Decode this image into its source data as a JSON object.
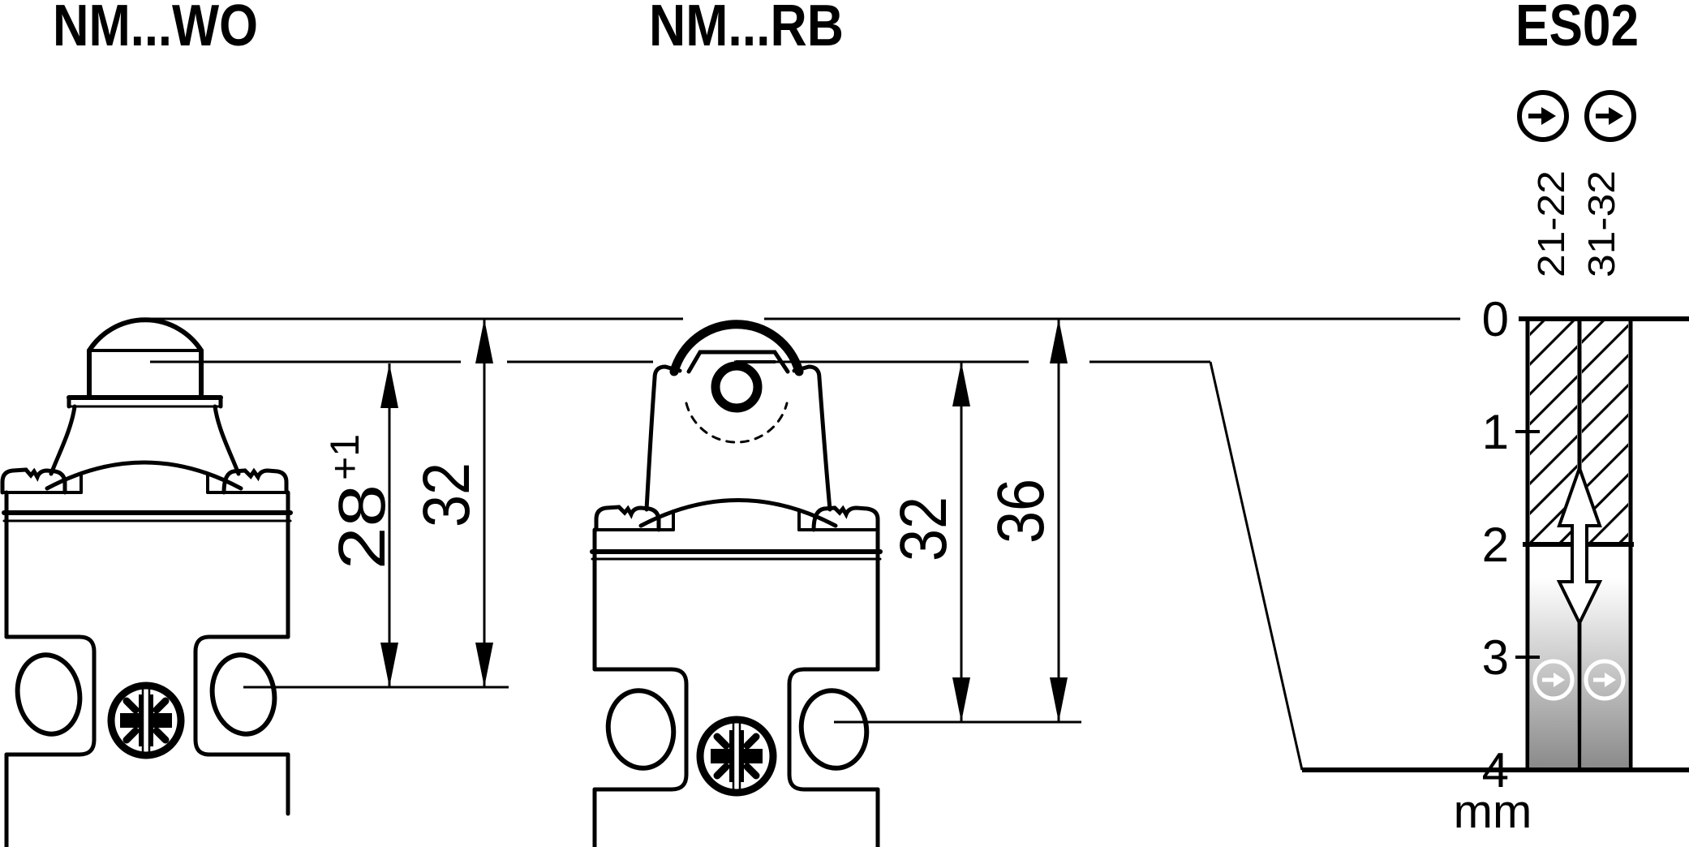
{
  "figures": [
    {
      "id": "nm-wo",
      "title": "NM...WO",
      "actuator": "dome-plunger"
    },
    {
      "id": "nm-rb",
      "title": "NM...RB",
      "actuator": "roller-plunger"
    }
  ],
  "dimensions": {
    "nm_wo": {
      "d1": {
        "value": "28",
        "sup": "+1"
      },
      "d2": {
        "value": "32"
      }
    },
    "nm_rb": {
      "d1": {
        "value": "32"
      },
      "d2": {
        "value": "36"
      }
    }
  },
  "travel_diagram": {
    "title": "ES02",
    "unit": "mm",
    "contacts": [
      {
        "label": "21-22"
      },
      {
        "label": "31-32"
      }
    ],
    "scale_ticks": [
      "0",
      "1",
      "2",
      "3",
      "4"
    ],
    "closed_travel_range_mm": [
      0,
      2
    ],
    "open_travel_range_mm": [
      2,
      4
    ],
    "icons": {
      "top_symbols": "circled-right-arrow (positive opening), one per contact",
      "in_bar_symbols": "white circled-right-arrow at ~3.2 mm (positive opening point)",
      "double_arrow": "white up/down arrow across 2 mm switching point"
    },
    "colors": {
      "ink": "#000000",
      "paper": "#ffffff",
      "gradient_end": "#8a8a8a"
    }
  }
}
